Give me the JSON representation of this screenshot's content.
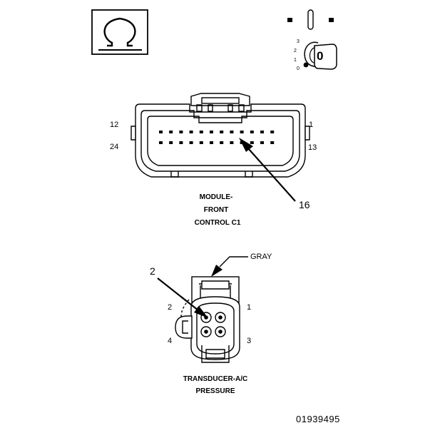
{
  "module_connector": {
    "name_line1": "MODULE-",
    "name_line2": "FRONT",
    "name_line3": "CONTROL C1",
    "pin_top_left": "12",
    "pin_top_right": "1",
    "pin_bottom_left": "24",
    "pin_bottom_right": "13",
    "callout": "16"
  },
  "transducer_connector": {
    "name_line1": "TRANSDUCER-A/C",
    "name_line2": "PRESSURE",
    "color": "GRAY",
    "pin_1": "1",
    "pin_2": "2",
    "pin_3": "3",
    "pin_4": "4",
    "callout": "2"
  },
  "ignition_switch": {
    "pos_3": "3",
    "pos_2": "2",
    "pos_1": "1",
    "pos_0": "0"
  },
  "key_label": "0",
  "figure_number": "01939495"
}
